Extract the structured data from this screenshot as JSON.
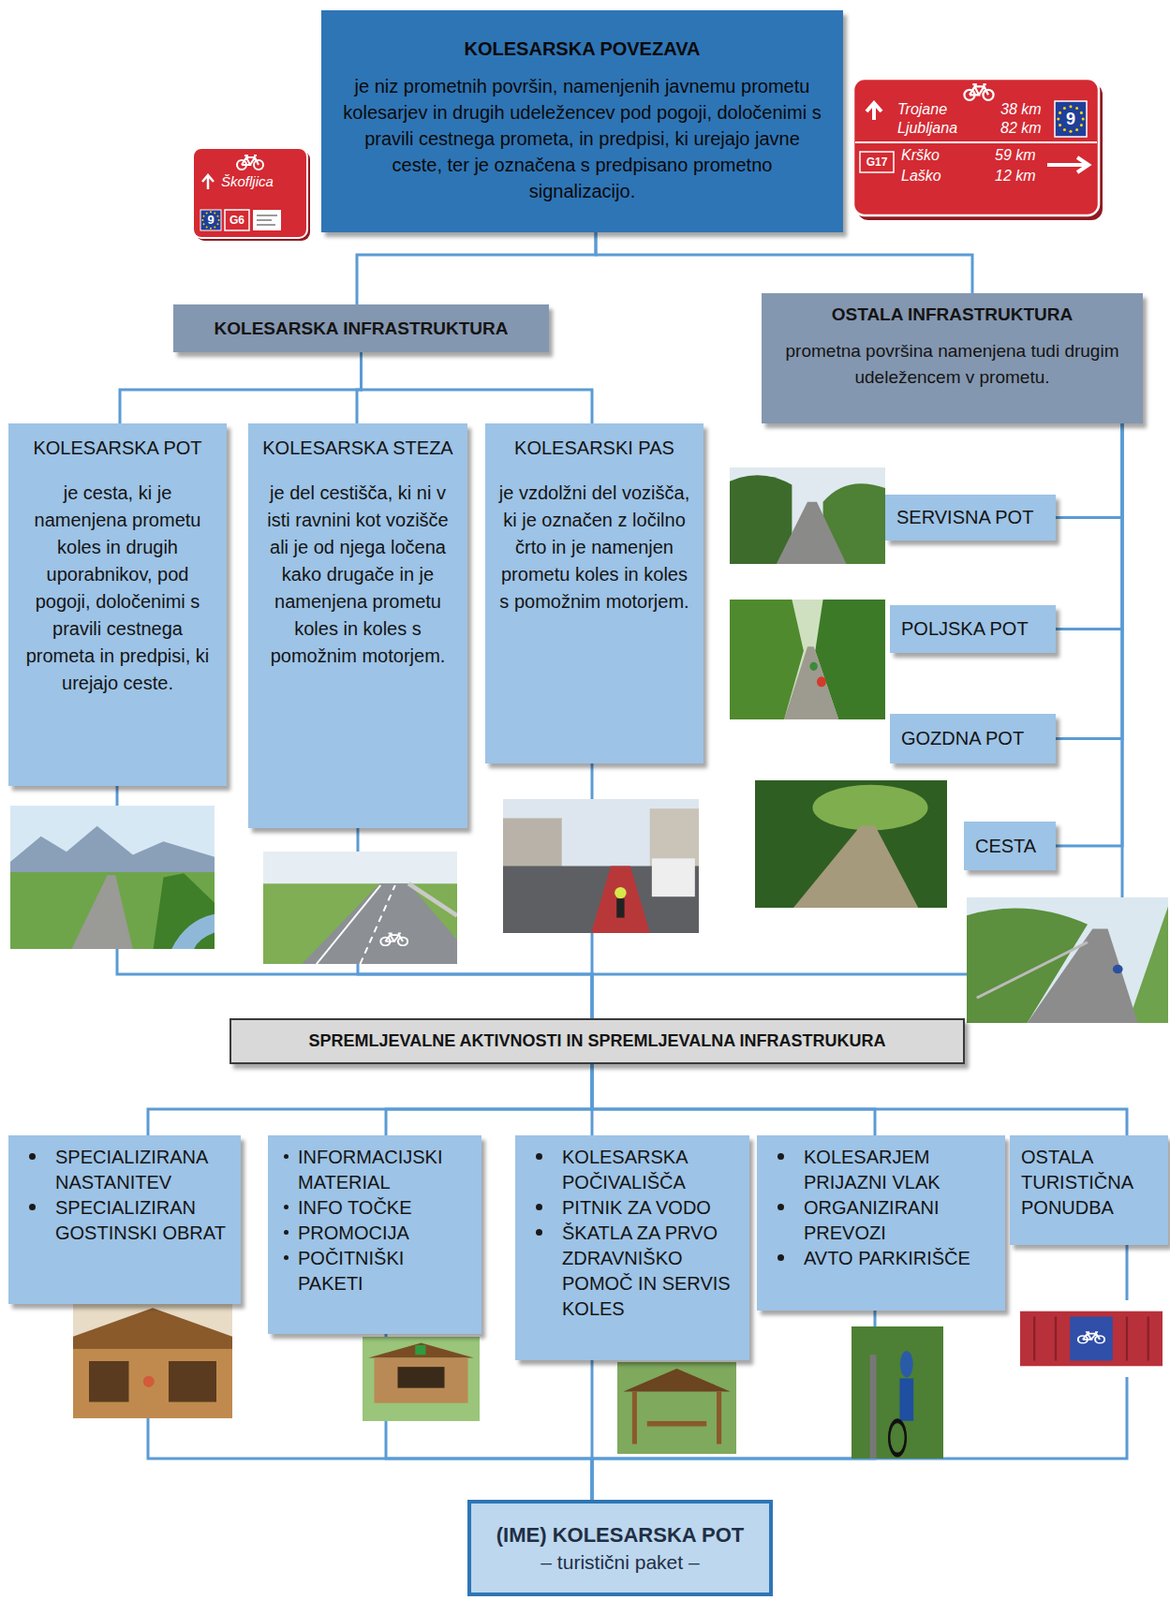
{
  "diagram": {
    "nodes": [
      {
        "text": [
          "KOLESARSKA POVEZAVA",
          "je niz prometnih površin, namenjenih javnemu prometu kolesarjev in drugih udeležencev pod pogoji, določenimi s pravili cestnega prometa, in predpisi, ki urejajo javne ceste, ter je označena s predpisano prometno signalizacijo."
        ]
      },
      {
        "text": [
          "KOLESARSKA INFRASTRUKTURA"
        ]
      },
      {
        "text": [
          "OSTALA INFRASTRUKTURA",
          "prometna površina namenjena tudi drugim udeležencem v prometu."
        ]
      },
      {
        "text": [
          "KOLESARSKA POT",
          "je cesta, ki je namenjena prometu koles in drugih uporabnikov, pod pogoji, določenimi s pravili cestnega prometa in predpisi, ki urejajo ceste."
        ]
      },
      {
        "text": [
          "KOLESARSKA STEZA",
          "je del cestišča, ki ni v isti ravnini kot vozišče ali je od njega ločena kako drugače in je namenjena prometu koles in koles s pomožnim motorjem."
        ]
      },
      {
        "text": [
          "KOLESARSKI PAS",
          "je vzdolžni del vozišča, ki je označen z ločilno črto in je namenjen prometu koles in koles s pomožnim motorjem."
        ]
      },
      {
        "text": [
          "SERVISNA POT"
        ]
      },
      {
        "text": [
          "POLJSKA POT"
        ]
      },
      {
        "text": [
          "GOZDNA POT"
        ]
      },
      {
        "text": [
          "CESTA"
        ]
      },
      {
        "text": [
          "SPREMLJEVALNE AKTIVNOSTI IN SPREMLJEVALNA INFRASTRUKURA"
        ]
      },
      {
        "text": [
          "SPECIALIZIRANA NASTANITEV",
          "SPECIALIZIRAN GOSTINSKI OBRAT"
        ]
      },
      {
        "text": [
          "INFORMACIJSKI MATERIAL",
          "INFO TOČKE",
          "PROMOCIJA",
          "POČITNIŠKI PAKETI"
        ]
      },
      {
        "text": [
          "KOLESARSKA POČIVALIŠČA",
          "PITNIK ZA VODO",
          "ŠKATLA ZA PRVO ZDRAVNIŠKO POMOČ IN SERVIS KOLES"
        ]
      },
      {
        "text": [
          "KOLESARJEM PRIJAZNI VLAK",
          "ORGANIZIRANI PREVOZI",
          "AVTO PARKIRIŠČE"
        ]
      },
      {
        "text": [
          "OSTALA TURISTIČNA PONUDBA"
        ]
      },
      {
        "text": [
          "(IME) KOLESARSKA POT",
          "– turistični paket –"
        ]
      }
    ],
    "edges": [
      {
        "from": 0,
        "to": 1,
        "arrow": "none"
      },
      {
        "from": 0,
        "to": 2,
        "arrow": "none"
      },
      {
        "from": 1,
        "to": 3,
        "arrow": "none"
      },
      {
        "from": 1,
        "to": 4,
        "arrow": "none"
      },
      {
        "from": 1,
        "to": 5,
        "arrow": "none"
      },
      {
        "from": 2,
        "to": 6,
        "arrow": "none"
      },
      {
        "from": 2,
        "to": 7,
        "arrow": "none"
      },
      {
        "from": 2,
        "to": 8,
        "arrow": "none"
      },
      {
        "from": 2,
        "to": 9,
        "arrow": "none"
      },
      {
        "from": 3,
        "to": 10,
        "arrow": "none"
      },
      {
        "from": 4,
        "to": 10,
        "arrow": "none"
      },
      {
        "from": 5,
        "to": 10,
        "arrow": "none"
      },
      {
        "from": 2,
        "to": 10,
        "arrow": "none"
      },
      {
        "from": 10,
        "to": 11,
        "arrow": "none"
      },
      {
        "from": 10,
        "to": 12,
        "arrow": "none"
      },
      {
        "from": 10,
        "to": 13,
        "arrow": "none"
      },
      {
        "from": 10,
        "to": 14,
        "arrow": "none"
      },
      {
        "from": 10,
        "to": 15,
        "arrow": "none"
      },
      {
        "from": 11,
        "to": 16,
        "arrow": "none"
      },
      {
        "from": 12,
        "to": 16,
        "arrow": "none"
      },
      {
        "from": 13,
        "to": 16,
        "arrow": "none"
      },
      {
        "from": 14,
        "to": 16,
        "arrow": "none"
      },
      {
        "from": 15,
        "to": 16,
        "arrow": "none"
      }
    ],
    "labels": [
      "Škofljica",
      "9",
      "G6",
      "Trojane",
      "38 km",
      "Ljubljana",
      "82 km",
      "9",
      "G17",
      "Krško",
      "59 km",
      "Laško",
      "12 km"
    ]
  }
}
